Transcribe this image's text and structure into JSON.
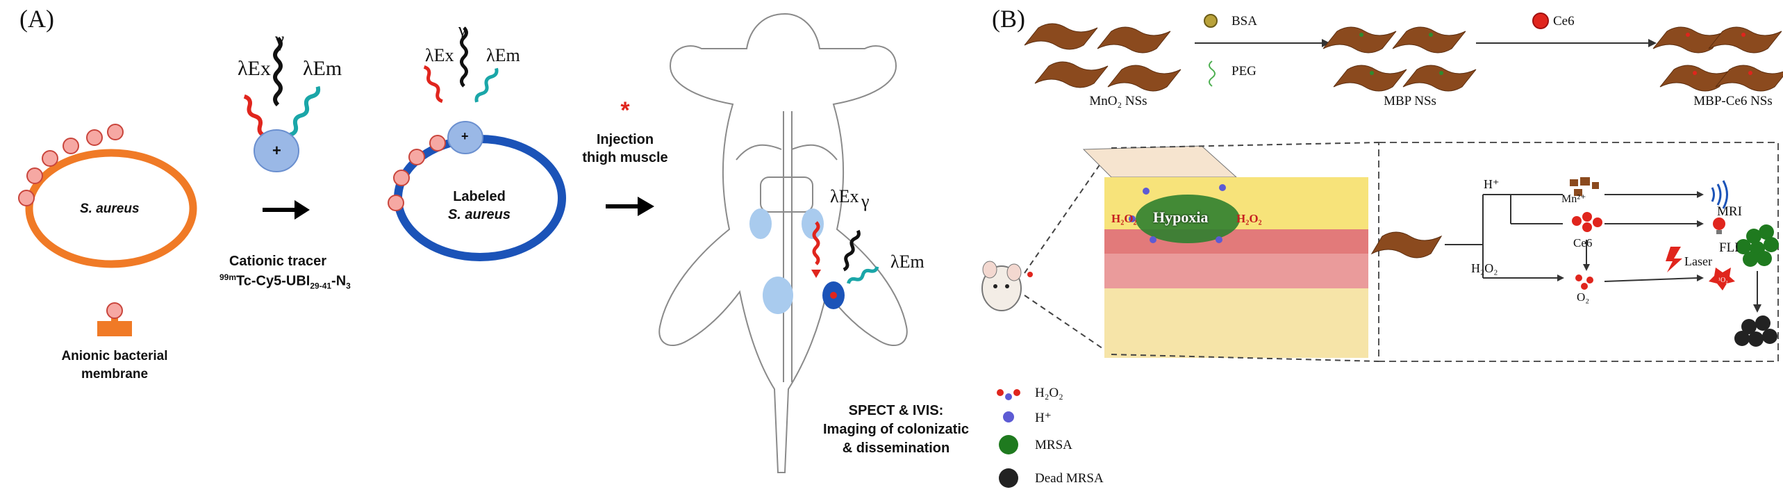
{
  "panel_a": {
    "label": "(A)",
    "bacterium_label": "S. aureus",
    "membrane_legend": "Anionic bacterial membrane",
    "negative_charge": "−",
    "positive_charge": "+",
    "lambda_ex": "λEx",
    "lambda_em": "λEm",
    "gamma": "γ",
    "tracer_title": "Cationic tracer",
    "tracer_name_prefix": "99m",
    "tracer_name_main": "Tc-Cy5-UBI",
    "tracer_name_sub": "29-41",
    "tracer_name_suffix": "-N",
    "tracer_name_sub2": "3",
    "labeled_line1": "Labeled",
    "labeled_line2": "S. aureus",
    "injection_star": "*",
    "injection_line1": "Injection",
    "injection_line2": "thigh muscle",
    "imaging_line1": "SPECT & IVIS:",
    "imaging_line2": "Imaging of colonizatic",
    "imaging_line3": "& dissemination"
  },
  "panel_b": {
    "label": "(B)",
    "bsa": "BSA",
    "peg": "PEG",
    "ce6": "Ce6",
    "mno2_label": "MnO₂ NSs",
    "mbp_label": "MBP NSs",
    "mbp_ce6_label": "MBP-Ce6 NSs",
    "hypoxia": "Hypoxia",
    "h2o2": "H₂O₂",
    "h_plus": "H⁺",
    "mn2_plus": "Mn²⁺",
    "ce6_small": "Ce6",
    "o2": "O₂",
    "single_oxygen": "¹O₂",
    "mri": "MRI",
    "fli": "FLI",
    "laser": "Laser",
    "legend": [
      {
        "key": "h2o2",
        "label": "H₂O₂"
      },
      {
        "key": "hplus",
        "label": "H⁺"
      },
      {
        "key": "mrsa",
        "label": "MRSA"
      },
      {
        "key": "dead",
        "label": "Dead MRSA"
      }
    ]
  }
}
